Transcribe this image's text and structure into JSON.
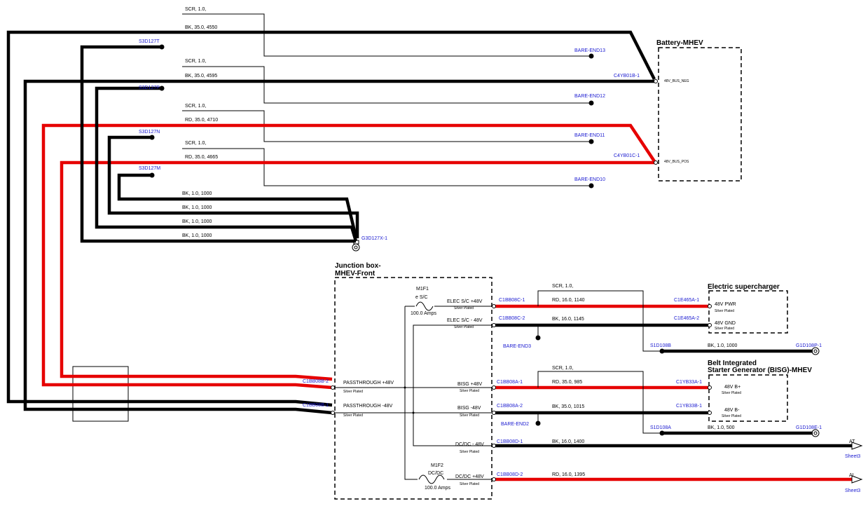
{
  "colors": {
    "black_wire": "#000000",
    "red_wire": "#e60000",
    "label_blue": "#1a1ad0"
  },
  "components": {
    "battery": {
      "title": "Battery-MHEV",
      "pin_neg": "48V_BUS_NEG",
      "pin_pos": "48V_BUS_POS"
    },
    "junction_box": {
      "title_line1": "Junction box-",
      "title_line2": "MHEV-Front"
    },
    "supercharger": {
      "title": "Electric supercharger",
      "pin_pwr": "48V PWR",
      "pin_gnd": "48V GND",
      "plated": "Silver Plated"
    },
    "bisg": {
      "title_line1": "Belt Integrated",
      "title_line2": "Starter Generator (BISG)-MHEV",
      "pin_pos": "48V B+",
      "pin_neg": "48V B-",
      "plated": "Silver Plated"
    }
  },
  "fuses": {
    "m1f1": {
      "id": "M1F1",
      "name": "e S/C",
      "rating": "100.0 Amps"
    },
    "m1f2": {
      "id": "M1F2",
      "name": "DC/DC",
      "rating": "100.0 Amps"
    }
  },
  "shield_labels": {
    "s1": "SCR, 1.0,",
    "s2": "SCR, 1.0,",
    "s3": "SCR, 1.0,",
    "s4": "SCR, 1.0,",
    "s5": "SCR, 1.0,",
    "s6": "SCR, 1.0,"
  },
  "wire_labels": {
    "w4550": "BK, 35.0, 4550",
    "w4595": "BK, 35.0, 4595",
    "w4710": "RD, 35.0, 4710",
    "w4665": "RD, 35.0, 4665",
    "g1": "BK, 1.0, 1000",
    "g2": "BK, 1.0, 1000",
    "g3": "BK, 1.0, 1000",
    "g4": "BK, 1.0, 1000",
    "w1140": "RD, 16.0, 1140",
    "w1145": "BK, 16.0, 1145",
    "w1000b": "BK, 1.0, 1000",
    "w985": "RD, 35.0, 985",
    "w1015": "BK, 35.0, 1015",
    "w500": "BK, 1.0, 500",
    "w1400": "BK, 16.0, 1400",
    "w1395": "RD, 16.0, 1395"
  },
  "connectors": {
    "s3d127t": "S3D127T",
    "s3d127p": "S3D127P",
    "s3d127n": "S3D127N",
    "s3d127m": "S3D127M",
    "bare13": "BARE-END13",
    "bare12": "BARE-END12",
    "bare11": "BARE-END11",
    "bare10": "BARE-END10",
    "c4yb01b": "C4YB01B-1",
    "c4yb01c": "C4YB01C-1",
    "g3d127x": "G3D127X-1",
    "c1bb08b2": "C1BB08B-2",
    "c1bb08b1": "C1BB08B-1",
    "c1bb08c1": "C1BB08C-1",
    "c1bb08c2": "C1BB08C-2",
    "c1bb08a1": "C1BB08A-1",
    "c1bb08a2": "C1BB08A-2",
    "c1bb08d1": "C1BB08D-1",
    "c1bb08d2": "C1BB08D-2",
    "bare3": "BARE-END3",
    "bare2": "BARE-END2",
    "c1e465a1": "C1E465A-1",
    "c1e465a2": "C1E465A-2",
    "s1d108b": "S1D108B",
    "g1d108p": "G1D108P-1",
    "c1yb33a": "C1YB33A-1",
    "c1yb33b": "C1YB33B-1",
    "s1d108a": "S1D108A",
    "g1d108e": "G1D108E-1"
  },
  "jbox_pins": {
    "pt_pos": "PASSTHROUGH +48V",
    "pt_neg": "PASSTHROUGH -48V",
    "elec_pos": "ELEC S/C +48V",
    "elec_neg": "ELEC S/C - 48V",
    "bisg_pos": "BISG +48V",
    "bisg_neg": "BISG -48V",
    "dcdc_neg": "DC/DC - 48V",
    "dcdc_pos": "DC/DC +48V",
    "plated": "Silver Plated"
  },
  "offsheet": {
    "at": "AT",
    "al": "AL",
    "sheet_at": "Sheet3",
    "sheet_al": "Sheet3"
  }
}
